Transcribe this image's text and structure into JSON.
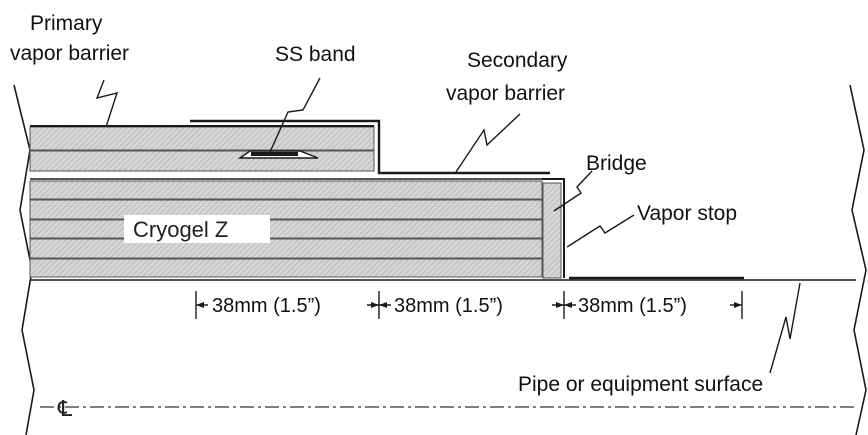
{
  "labels": {
    "primary_vapor_barrier": [
      "Primary",
      "vapor barrier"
    ],
    "ss_band": "SS band",
    "secondary_vapor_barrier": [
      "Secondary",
      "vapor barrier"
    ],
    "bridge": "Bridge",
    "vapor_stop": "Vapor stop",
    "insulation": "Cryogel Z",
    "pipe_surface": "Pipe or equipment surface",
    "centerline": "℄"
  },
  "dimensions": [
    "38mm (1.5”)",
    "38mm (1.5”)",
    "38mm (1.5”)"
  ],
  "colors": {
    "insulation_fill": "#d4d4d4",
    "hatch_stroke": "#a8a8a8",
    "line": "#1a1a1a",
    "background": "#ffffff"
  }
}
